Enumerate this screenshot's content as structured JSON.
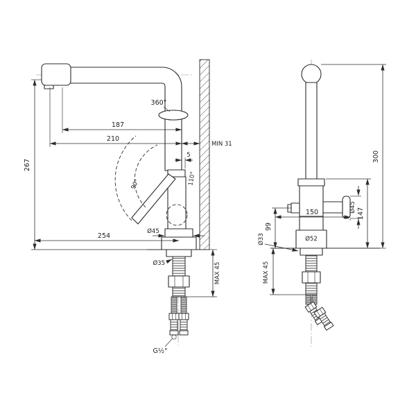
{
  "labels": {
    "left": {
      "rotation_360": "360°",
      "dim_187": "187",
      "dim_210": "210",
      "min_31": "MIN 31",
      "dim_267": "267",
      "dim_5": "5",
      "angle_90": "90°",
      "angle_110": "110°",
      "dia_45": "Ø45",
      "dim_254": "254",
      "dia_35": "Ø35",
      "max_45": "MAX 45",
      "thread_g12": "G½\""
    },
    "right": {
      "dim_300": "300",
      "dim_147": "147",
      "dim_99": "99",
      "dim_150": "150",
      "dia_45": "Ø45",
      "dia_52": "Ø52",
      "dia_33": "Ø33",
      "max_45": "MAX 45"
    }
  },
  "colors": {
    "line": "#2b2b2b",
    "hatch": "#5a5a5a",
    "hose_fill": "#c2c2c2",
    "background": "#ffffff"
  }
}
